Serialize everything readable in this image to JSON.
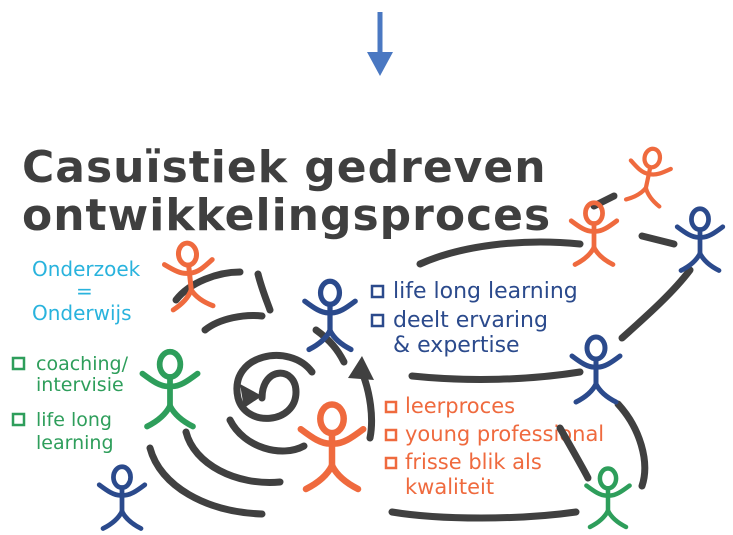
{
  "colors": {
    "arrow": "#4a78c2",
    "ink_dark": "#3f3f3f",
    "cyan": "#29b3dd",
    "green": "#2e9e5b",
    "navy": "#2b4a8c",
    "orange": "#ef6a3e"
  },
  "title": {
    "line1": "Casuïstiek gedreven",
    "line2": "ontwikkelingsproces"
  },
  "left_note": {
    "line1": "Onderzoek",
    "equals": "=",
    "line2": "Onderwijs"
  },
  "green_list": [
    {
      "lines": [
        "coaching/",
        "intervisie"
      ]
    },
    {
      "lines": [
        "life long",
        "learning"
      ]
    }
  ],
  "navy_list": [
    {
      "lines": [
        "life long learning"
      ]
    },
    {
      "lines": [
        "deelt ervaring",
        "& expertise"
      ]
    }
  ],
  "orange_list": [
    {
      "lines": [
        "leerproces"
      ]
    },
    {
      "lines": [
        "young professional"
      ]
    },
    {
      "lines": [
        "frisse blik als",
        "kwaliteit"
      ]
    }
  ],
  "figures": [
    {
      "name": "figure-orange-left",
      "color": "orange"
    },
    {
      "name": "figure-green-left",
      "color": "green"
    },
    {
      "name": "figure-navy-bottom-left",
      "color": "navy"
    },
    {
      "name": "figure-navy-center",
      "color": "navy"
    },
    {
      "name": "figure-orange-center",
      "color": "orange"
    },
    {
      "name": "figure-orange-top-right",
      "color": "orange"
    },
    {
      "name": "figure-orange-right",
      "color": "orange"
    },
    {
      "name": "figure-navy-far-right",
      "color": "navy"
    },
    {
      "name": "figure-navy-right",
      "color": "navy"
    },
    {
      "name": "figure-green-bottom-right",
      "color": "green"
    }
  ]
}
